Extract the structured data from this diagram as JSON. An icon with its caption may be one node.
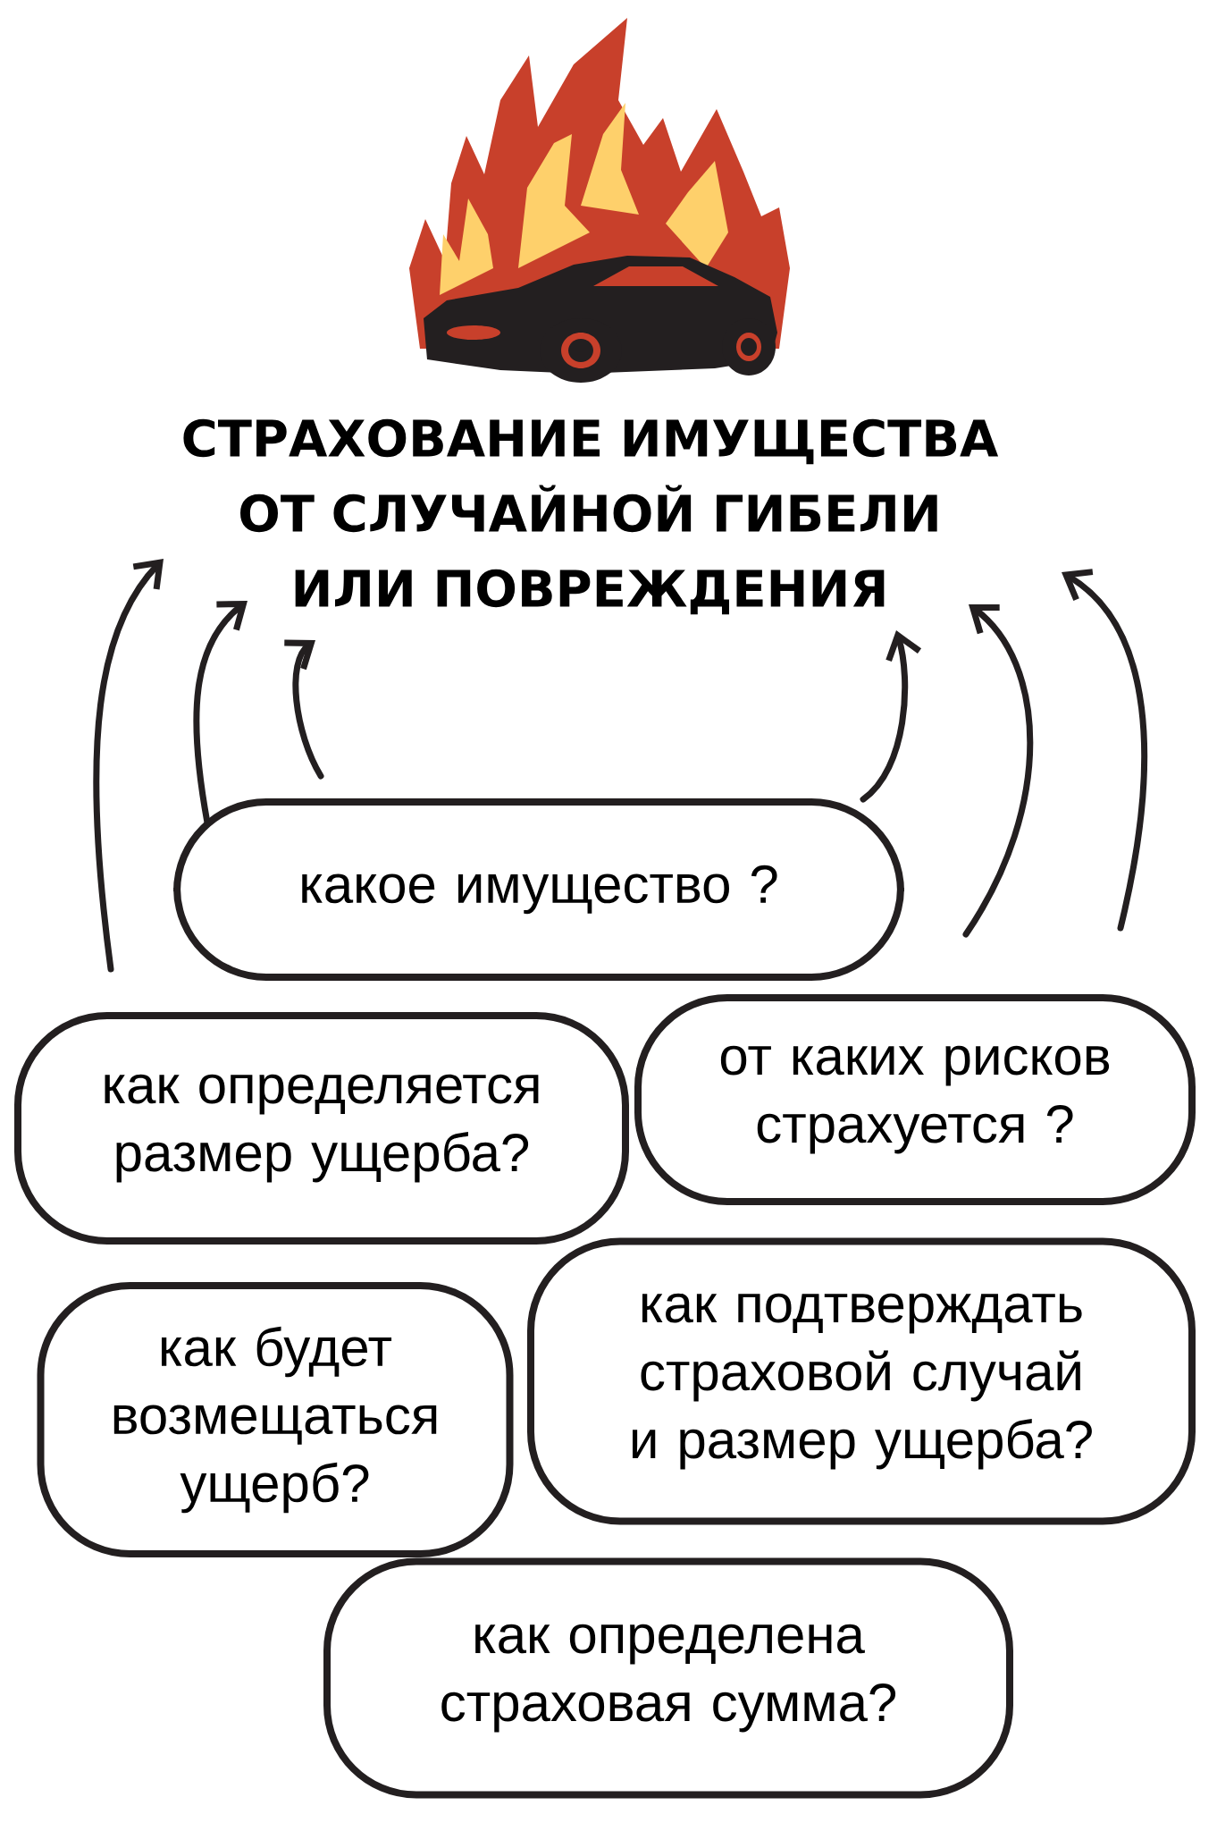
{
  "diagram": {
    "nodes": [
      {
        "text": [
          "СТРАХОВАНИЕ ИМУЩЕСТВА ОТ СЛУЧАЙНОЙ ГИБЕЛИ ИЛИ ПОВРЕЖДЕНИЯ"
        ]
      },
      {
        "text": [
          "какое имущество ?"
        ]
      },
      {
        "text": [
          "как определяется размер ущерба?"
        ]
      },
      {
        "text": [
          "от каких рисков страхуется ?"
        ]
      },
      {
        "text": [
          "как будет возмещаться ущерб?"
        ]
      },
      {
        "text": [
          "как подтверждать страховой случай и размер ущерба?"
        ]
      },
      {
        "text": [
          "как определена страховая сумма?"
        ]
      }
    ],
    "edges": [
      {
        "from": 2,
        "to": 0,
        "arrow": "to"
      },
      {
        "from": 1,
        "to": 0,
        "arrow": "to"
      },
      {
        "from": 1,
        "to": 0,
        "arrow": "to"
      },
      {
        "from": 1,
        "to": 0,
        "arrow": "to"
      },
      {
        "from": 3,
        "to": 0,
        "arrow": "to"
      },
      {
        "from": 3,
        "to": 0,
        "arrow": "to"
      }
    ]
  }
}
